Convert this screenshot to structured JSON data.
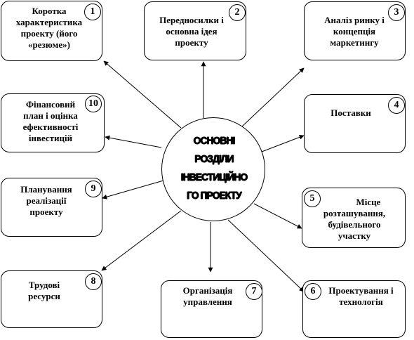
{
  "center": {
    "lines": [
      "ОСНОВНІ",
      "РОЗДІЛИ",
      "ІНВЕСТИЦІЙНО",
      "ГО ПРОЕКТУ"
    ]
  },
  "boxes": [
    {
      "id": 1,
      "num": "1",
      "lines": [
        "Коротка",
        "характеристика",
        "проекту (його",
        "«резюме»)"
      ]
    },
    {
      "id": 2,
      "num": "2",
      "lines": [
        "Передносилки і",
        "основна ідея",
        "проекту"
      ]
    },
    {
      "id": 3,
      "num": "3",
      "lines": [
        "Аналіз ринку і",
        "концепція",
        "маркетингу"
      ]
    },
    {
      "id": 4,
      "num": "4",
      "lines": [
        "Поставки"
      ]
    },
    {
      "id": 5,
      "num": "5",
      "lines": [
        "Місце",
        "розташування,",
        "будівельного",
        "участку"
      ]
    },
    {
      "id": 6,
      "num": "6",
      "lines": [
        "Проектування і",
        "технологія"
      ]
    },
    {
      "id": 7,
      "num": "7",
      "lines": [
        "Організація",
        "управлення"
      ]
    },
    {
      "id": 8,
      "num": "8",
      "lines": [
        "Трудові",
        "ресурси"
      ]
    },
    {
      "id": 9,
      "num": "9",
      "lines": [
        "Планування",
        "реалізації",
        "проекту"
      ]
    },
    {
      "id": 10,
      "num": "10",
      "lines": [
        "Фінансовий",
        "план і оцінка",
        "ефективності",
        "інвестицій"
      ]
    }
  ],
  "colors": {
    "stroke": "#000000",
    "background": "#ffffff"
  }
}
